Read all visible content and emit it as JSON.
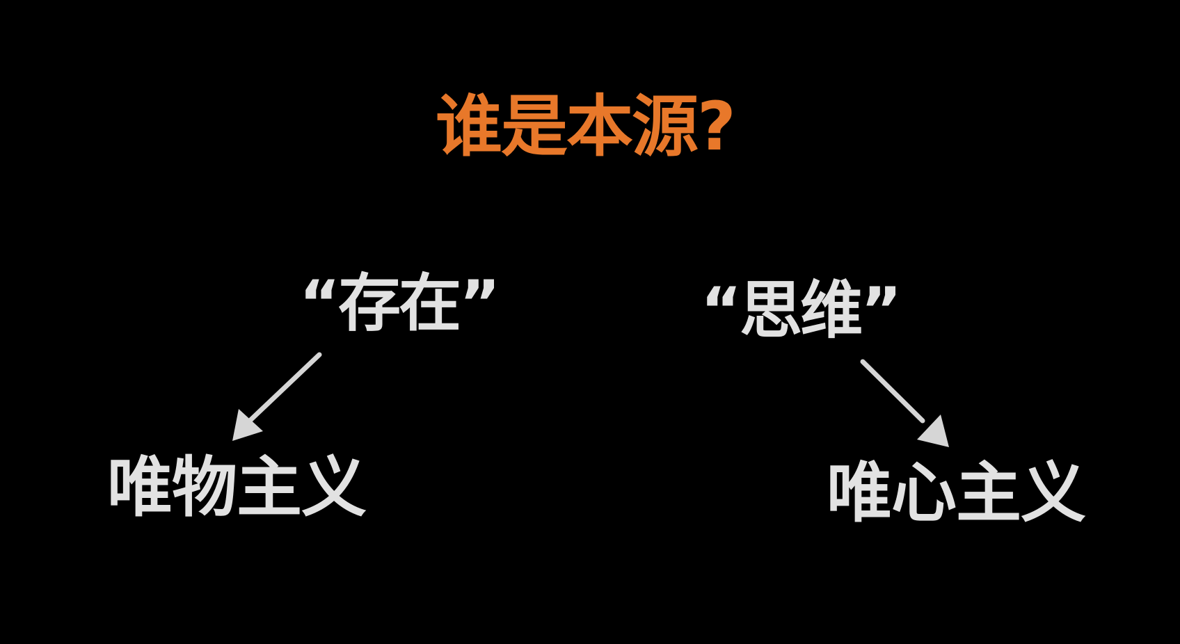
{
  "colors": {
    "background": "#000000",
    "question": "#E8782A",
    "text": "#E2E2E2",
    "arrow": "#D6D6D6"
  },
  "diagram": {
    "question": "谁是本源?",
    "left": {
      "node": "“存在”",
      "leaf": "唯物主义"
    },
    "right": {
      "node": "“思维”",
      "leaf": "唯心主义"
    }
  }
}
